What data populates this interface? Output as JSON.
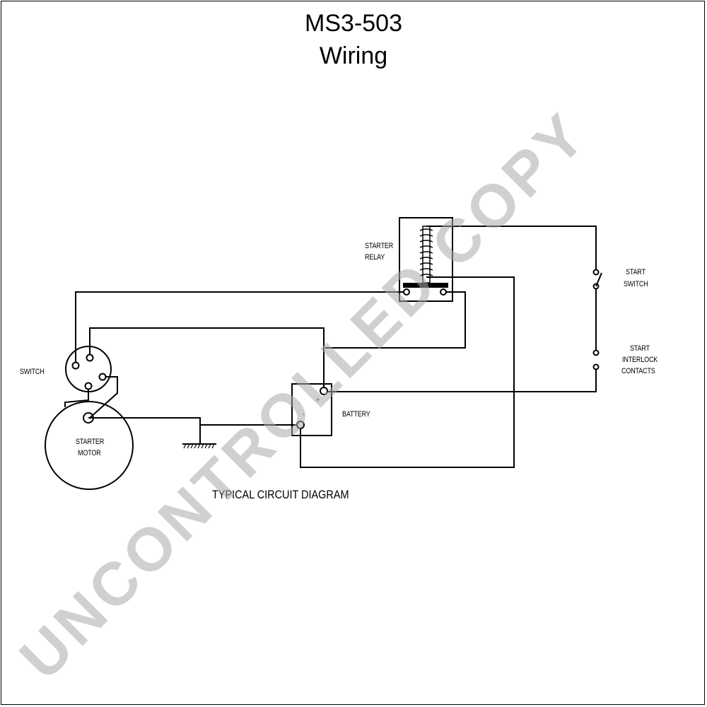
{
  "title": {
    "line1": "MS3-503",
    "line2": "Wiring"
  },
  "labels": {
    "starter_relay_1": "STARTER",
    "starter_relay_2": "RELAY",
    "start_switch_1": "START",
    "start_switch_2": "SWITCH",
    "interlock_1": "START",
    "interlock_2": "INTERLOCK",
    "interlock_3": "CONTACTS",
    "switch": "SWITCH",
    "battery": "BATTERY",
    "battery_plus": "+",
    "battery_minus": "-",
    "starter_motor_1": "STARTER",
    "starter_motor_2": "MOTOR"
  },
  "caption": "TYPICAL CIRCUIT DIAGRAM",
  "watermark": "UNCONTROLLED COPY"
}
